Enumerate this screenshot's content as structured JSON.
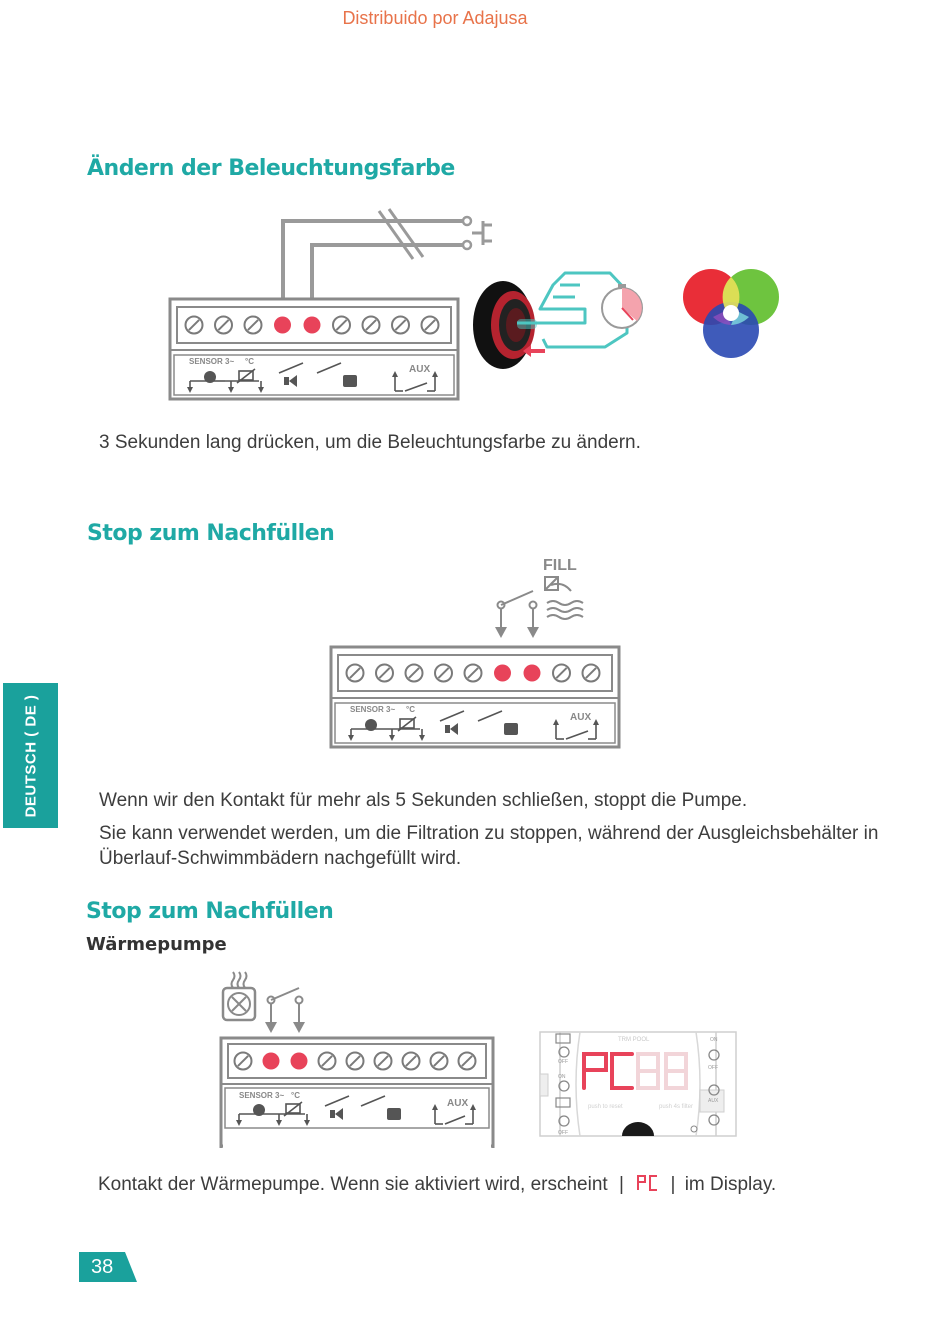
{
  "header": {
    "distributor": "Distribuido por Adajusa"
  },
  "section1": {
    "title": "Ändern der Beleuchtungsfarbe",
    "text": "3 Sekunden lang drücken, um die Beleuchtungsfarbe zu ändern."
  },
  "section2": {
    "title": "Stop zum Nachfüllen",
    "fill_label": "FILL",
    "text1": "Wenn wir den Kontakt für mehr als 5 Sekunden schließen, stoppt die Pumpe.",
    "text2": "Sie kann verwendet werden, um die Filtration zu stoppen, während der Ausgleichsbehälter in Überlauf-Schwimmbädern nachgefüllt wird."
  },
  "section3": {
    "title": "Stop zum Nachfüllen",
    "subtitle": "Wärmepumpe",
    "text_before": "Kontakt der Wärmepumpe. Wenn sie aktiviert wird, erscheint",
    "text_after": "im Display."
  },
  "terminal": {
    "sensor_label": "SENSOR 3~",
    "deg_label": "°C",
    "aux_label": "AUX"
  },
  "controller": {
    "brand": "TRM POOL",
    "on": "ON",
    "off": "OFF",
    "aux": "AUX",
    "push_reset": "push to reset",
    "push_filter": "push 4s filter",
    "display_value": "PC"
  },
  "sidebar": {
    "language_tab": "DEUTSCH ( DE )"
  },
  "footer": {
    "page_number": "38"
  },
  "colors": {
    "accent": "#1fa9a5",
    "header": "#e8734a",
    "terminal_active": "#e8435a",
    "display_red": "#e8435a"
  }
}
